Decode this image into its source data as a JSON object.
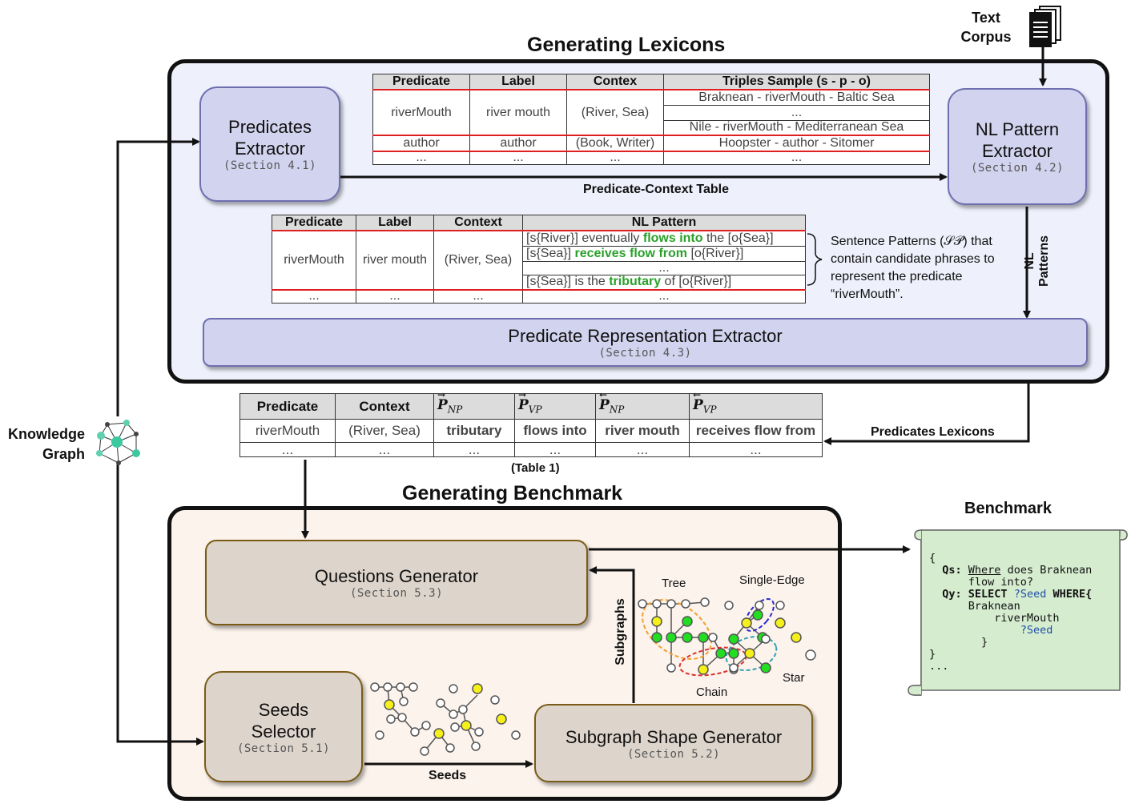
{
  "sections": {
    "lexicons_title": "Generating Lexicons",
    "benchmark_title": "Generating Benchmark"
  },
  "inputs": {
    "text_corpus_line1": "Text",
    "text_corpus_line2": "Corpus",
    "knowledge_graph_line1": "Knowledge",
    "knowledge_graph_line2": "Graph"
  },
  "components": {
    "predicates_extractor": {
      "line1": "Predicates",
      "line2": "Extractor",
      "section": "(Section 4.1)"
    },
    "nl_pattern_extractor": {
      "line1": "NL Pattern",
      "line2": "Extractor",
      "section": "(Section 4.2)"
    },
    "predicate_representation_extractor": {
      "name": "Predicate Representation Extractor",
      "section": "(Section 4.3)"
    },
    "questions_generator": {
      "name": "Questions Generator",
      "section": "(Section 5.3)"
    },
    "seeds_selector": {
      "line1": "Seeds",
      "line2": "Selector",
      "section": "(Section 5.1)"
    },
    "subgraph_shape_generator": {
      "name": "Subgraph Shape Generator",
      "section": "(Section 5.2)"
    }
  },
  "edges": {
    "predicate_context_table": "Predicate-Context Table",
    "nl_patterns": "NL Patterns",
    "predicates_lexicons": "Predicates Lexicons",
    "subgraphs": "Subgraphs",
    "seeds": "Seeds"
  },
  "table_context": {
    "headers": [
      "Predicate",
      "Label",
      "Contex",
      "Triples Sample (s - p - o)"
    ],
    "row1": {
      "predicate": "riverMouth",
      "label": "river mouth",
      "context": "(River, Sea)",
      "triples": [
        "Braknean - riverMouth - Baltic Sea",
        "...",
        "Nile - riverMouth - Mediterranean Sea"
      ]
    },
    "row2": {
      "predicate": "author",
      "label": "author",
      "context": "(Book, Writer)",
      "triples": "Hoopster - author - Sitomer"
    },
    "ellipsis": "..."
  },
  "table_patterns": {
    "headers": [
      "Predicate",
      "Label",
      "Context",
      "NL Pattern"
    ],
    "predicate": "riverMouth",
    "label": "river mouth",
    "context": "(River, Sea)",
    "patterns": [
      {
        "pre": "[s{River}] eventually ",
        "phrase": "flows into",
        "post": " the [o{Sea}]"
      },
      {
        "pre": "[s{Sea}] ",
        "phrase": "receives flow from",
        "post": " [o{River}]"
      },
      {
        "pre": "",
        "phrase": "",
        "post": "..."
      },
      {
        "pre": "[s{Sea}] is the ",
        "phrase": "tributary",
        "post": " of [o{River}]"
      }
    ],
    "ellipsis": "...",
    "note_line1": "Sentence Patterns (𝒮𝒫) that",
    "note_line2": "contain candidate phrases to",
    "note_line3": "represent the predicate",
    "note_line4": "“riverMouth”."
  },
  "table_lexicon": {
    "headers": [
      "Predicate",
      "Context",
      "P",
      "P",
      "P",
      "P"
    ],
    "header_subscripts": [
      "NP",
      "VP",
      "NP",
      "VP"
    ],
    "header_arrows": [
      "→",
      "→",
      "←",
      "←"
    ],
    "row": [
      "riverMouth",
      "(River, Sea)",
      "tributary",
      "flows into",
      "river mouth",
      "receives flow from"
    ],
    "ellipsis": "...",
    "caption": "(Table 1)"
  },
  "benchmark": {
    "title": "Benchmark",
    "lines": {
      "open": "{",
      "qs_label": "Qs:",
      "qs_where": "Where",
      "qs_rest1": " does Braknean",
      "qs_rest2": "flow into?",
      "qy_label": "Qy:",
      "qy_select": "SELECT",
      "qy_var": "?Seed",
      "qy_where": "WHERE{",
      "qy_l2": "Braknean",
      "qy_l3": "riverMouth",
      "qy_l4": "?Seed",
      "inner_close": "}",
      "close": "}",
      "more": "..."
    }
  },
  "shapes": {
    "tree": "Tree",
    "single_edge": "Single-Edge",
    "chain": "Chain",
    "star": "Star"
  },
  "colors": {
    "lexicon_bg": "#eef0fb",
    "benchmark_bg": "#fbf3ec",
    "component_blue": "#d2d3ef",
    "component_brown": "#ddd5cc",
    "phrase_green": "#2aa02a",
    "label_purple": "#a020f0",
    "scroll_green": "#d5eccf",
    "seed_yellow": "#f5ef1a",
    "node_green": "#22dd22"
  }
}
